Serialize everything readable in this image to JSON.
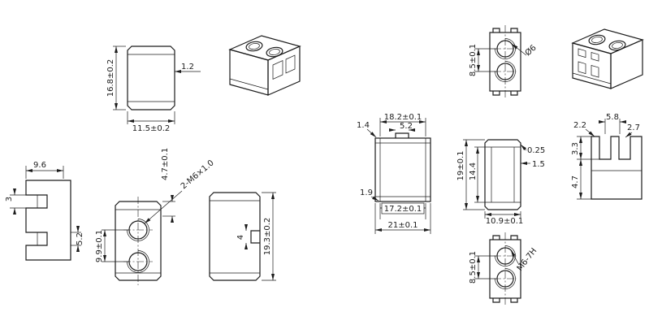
{
  "sheet": {
    "background": "#ffffff",
    "line_color": "#1c1c1c"
  },
  "views": {
    "front": {
      "height": "16.8±0.2",
      "wall": "1.2",
      "width": "11.5±0.2"
    },
    "side_comb": {
      "width": "9.6",
      "slot_width": "3",
      "slot_pitch": "5.2"
    },
    "front_holes": {
      "edge_to_hole": "4.7±0.1",
      "thread_note": "2-M6×1.0",
      "hole_pitch": "9.9±0.1"
    },
    "side_notch": {
      "notch_width": "4",
      "height": "19.3±0.2"
    },
    "top_holes": {
      "hole_pitch": "8.5±0.1",
      "hole_dia": "Ø6"
    },
    "plan": {
      "inner_width": "18.2±0.1",
      "rib_offset": "1.4",
      "tab_width": "5.2",
      "wall": "1.9",
      "inner_length": "17.2±0.1",
      "overall_width": "21±0.1"
    },
    "section": {
      "height": "19±0.1",
      "inner_height": "14.4",
      "gap": "0.25",
      "wall": "1.5",
      "width": "10.9±0.1"
    },
    "comb_top": {
      "pitch": "5.8",
      "left_width": "2.2",
      "right_width": "2.7",
      "slot_depth": "3.3",
      "step_depth": "4.7"
    },
    "bottom_holes": {
      "hole_pitch": "8.5±0.1",
      "thread_spec": "M6-7H"
    }
  }
}
